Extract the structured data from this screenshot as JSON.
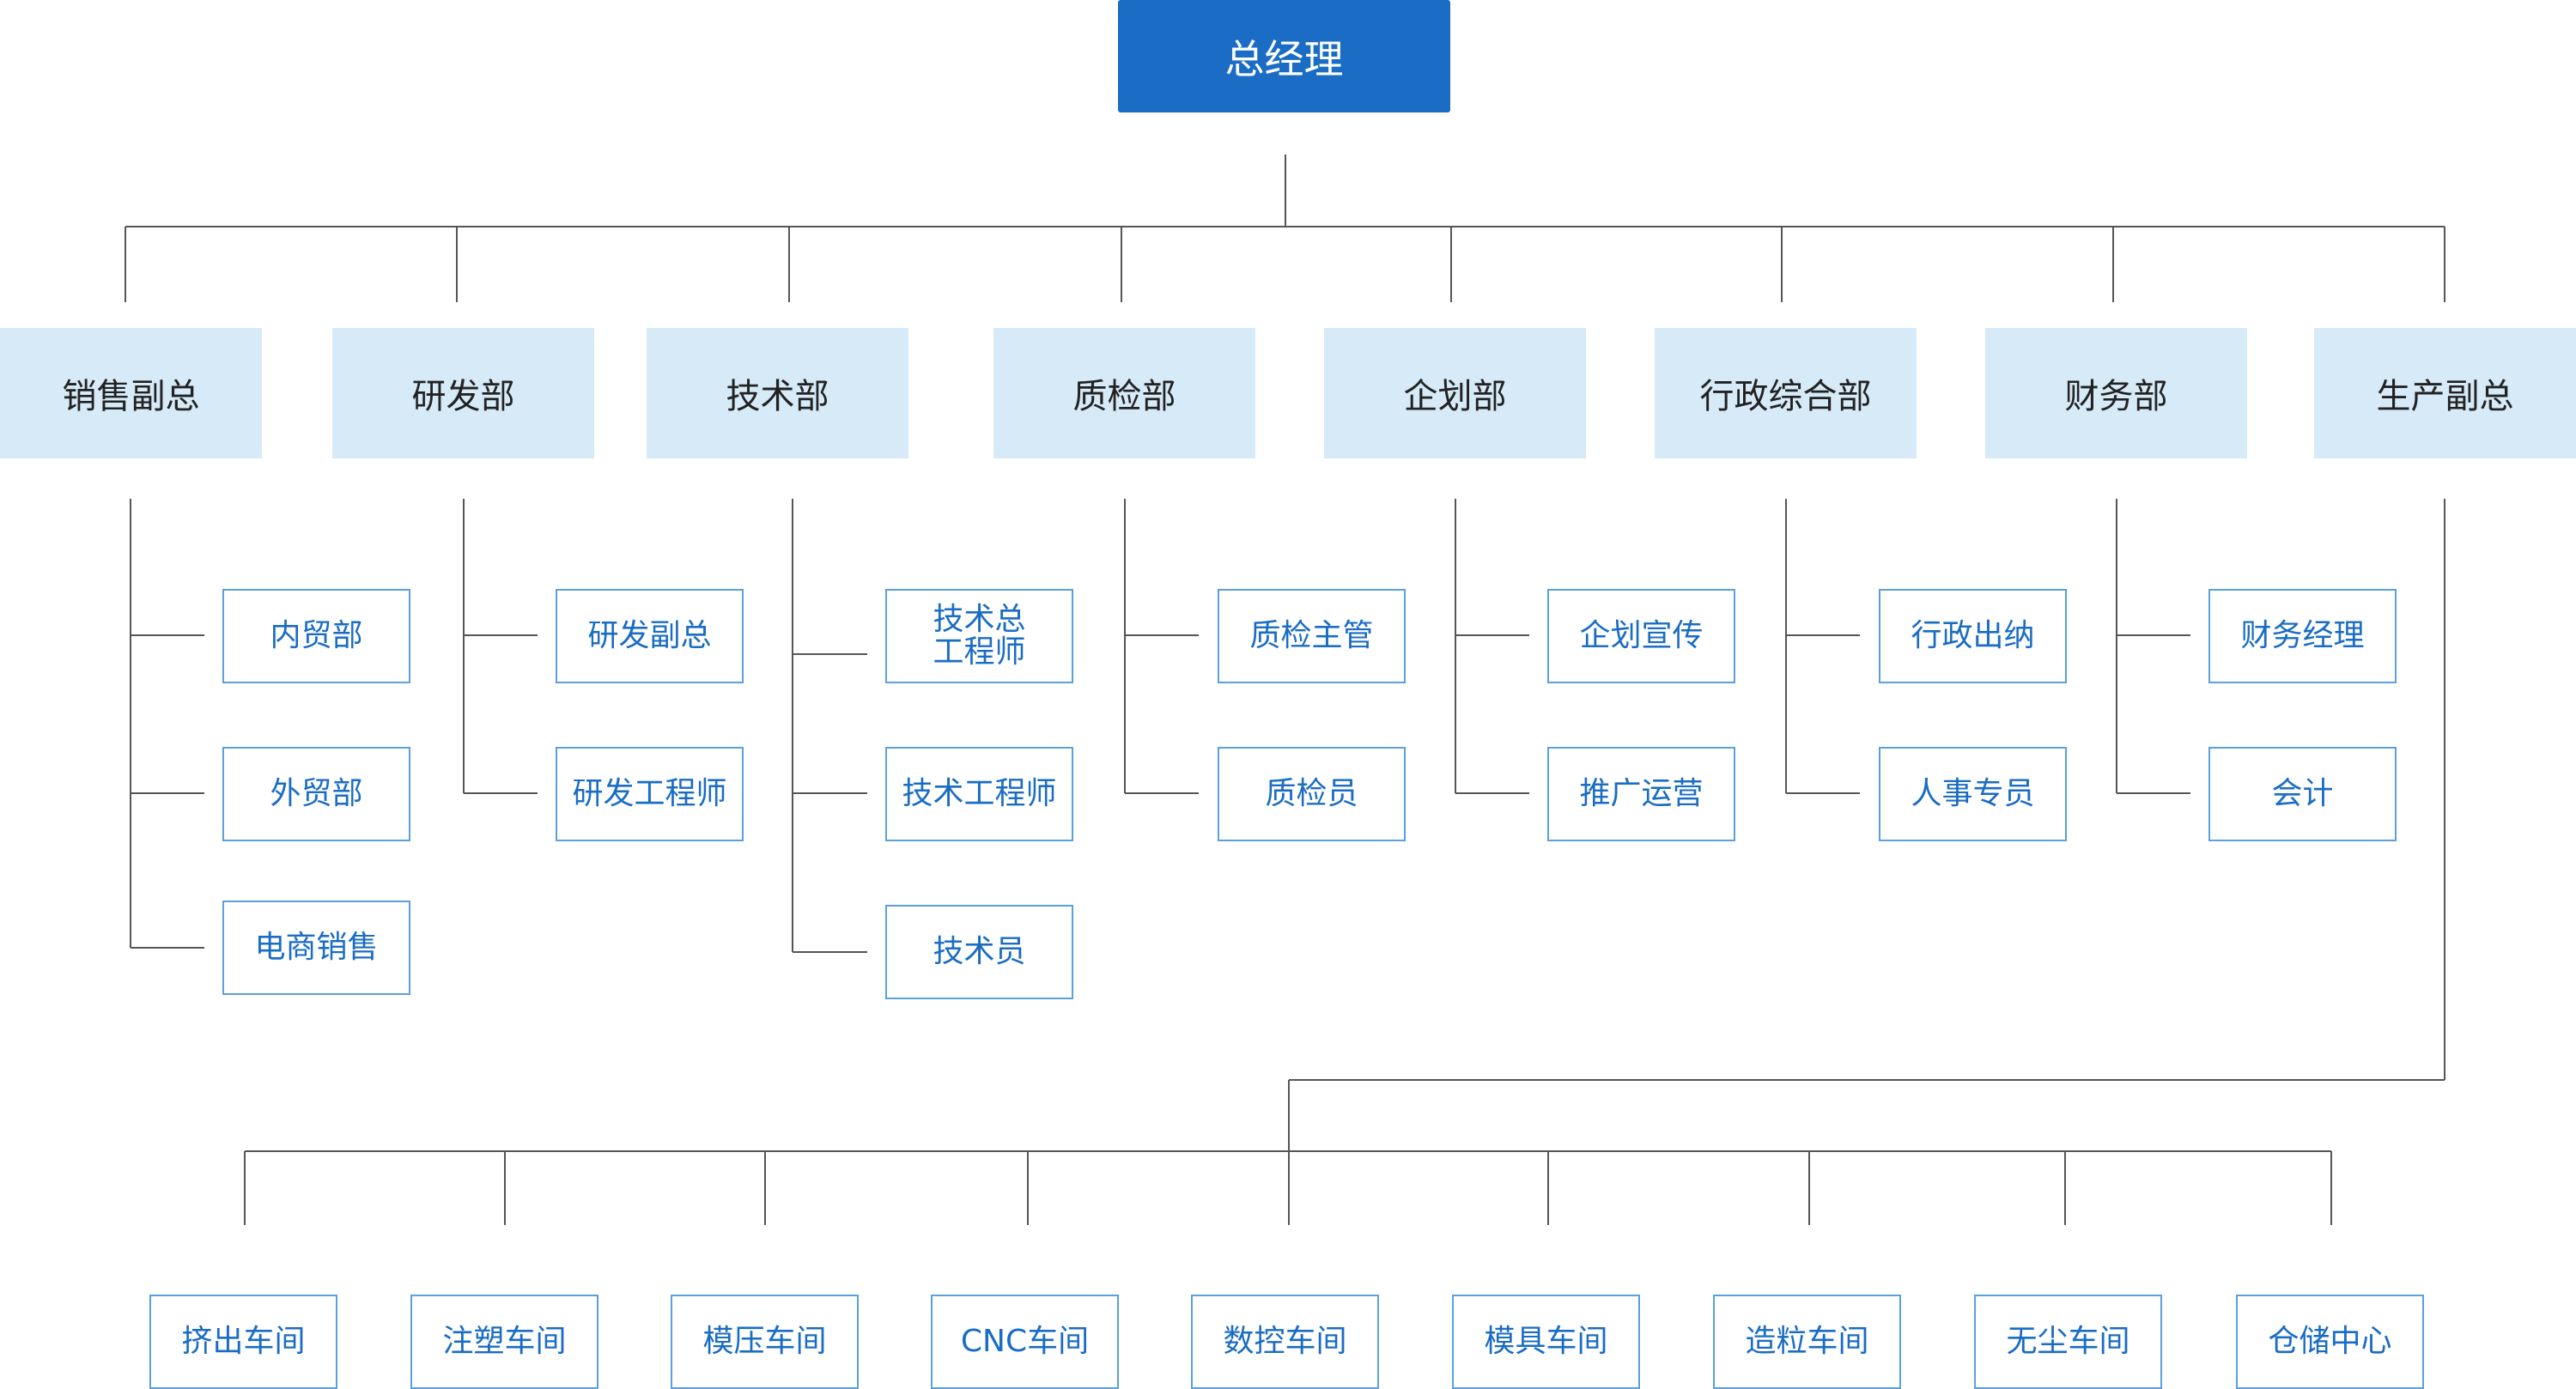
{
  "colors": {
    "top_box": "#1a6cc4",
    "dept_box": "#d6eaf8",
    "sub_border": "#5aa0dc",
    "sub_text": "#1a6cc4",
    "connector": "#555555"
  },
  "top": "总经理",
  "departments": [
    "销售副总",
    "研发部",
    "技术部",
    "质检部",
    "企划部",
    "行政综合部",
    "财务部",
    "生产副总"
  ],
  "sales": [
    "内贸部",
    "外贸部",
    "电商销售"
  ],
  "rnd": [
    "研发副总",
    "研发工程师"
  ],
  "tech": [
    "技术总工程师",
    "技术工程师",
    "技术员"
  ],
  "tech_chief_lines": [
    "技术总",
    "工程师"
  ],
  "qc": [
    "质检主管",
    "质检员"
  ],
  "planning": [
    "企划宣传",
    "推广运营"
  ],
  "admin": [
    "行政出纳",
    "人事专员"
  ],
  "finance": [
    "财务经理",
    "会计"
  ],
  "production": [
    "挤出车间",
    "注塑车间",
    "模压车间",
    "CNC车间",
    "数控车间",
    "模具车间",
    "造粒车间",
    "无尘车间",
    "仓储中心"
  ]
}
